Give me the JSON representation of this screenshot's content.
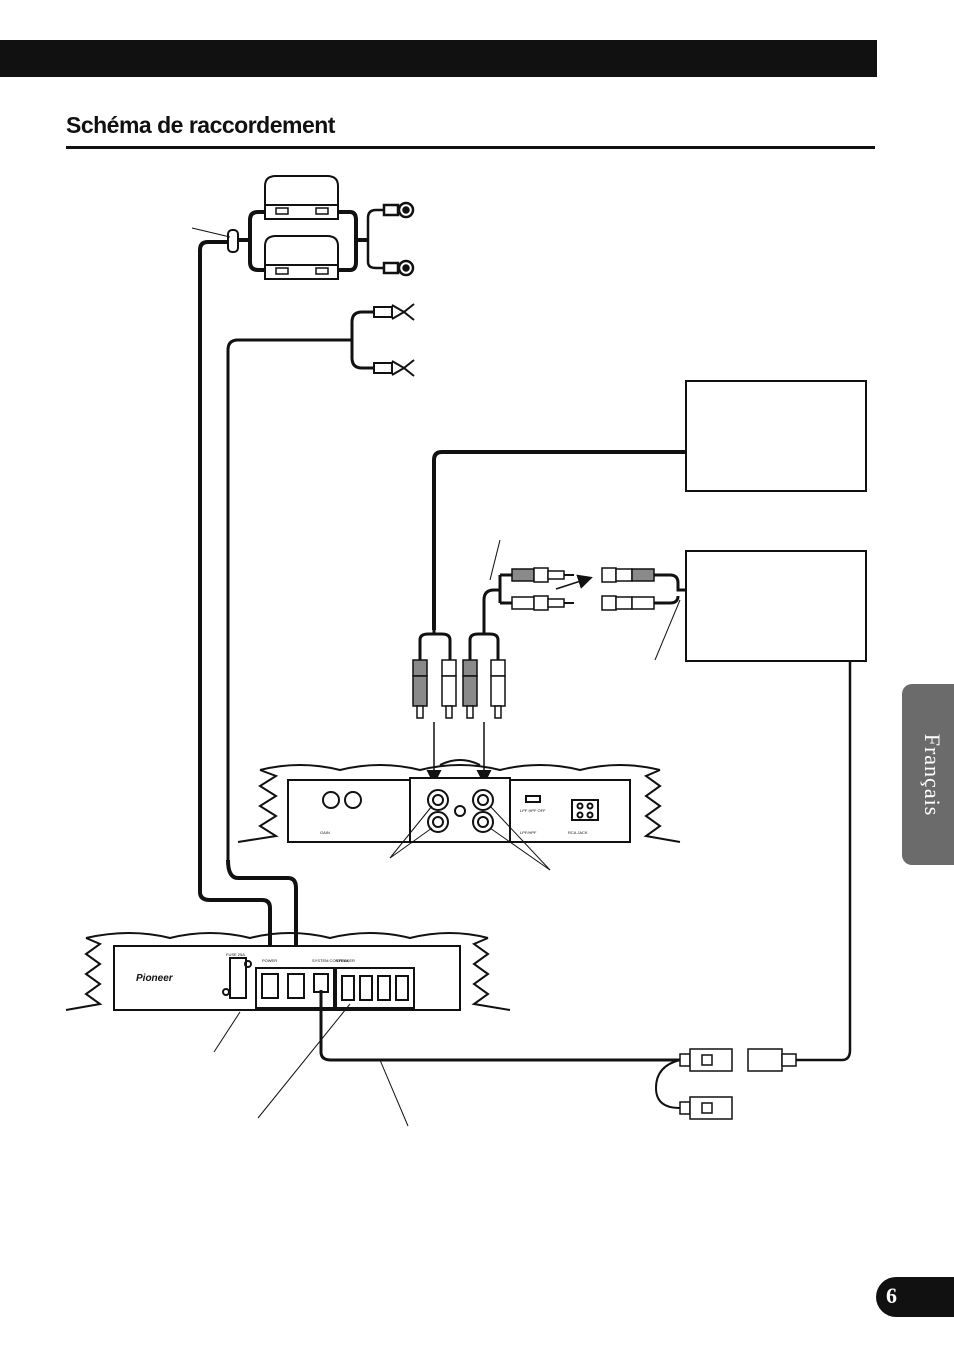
{
  "page": {
    "title": "Schéma de raccordement",
    "language_tab": "Français",
    "page_number": "6"
  },
  "amp_labels": {
    "brand": "Pioneer",
    "fuse": "FUSE 25A",
    "power": "POWER",
    "system_control": "SYSTEM CONTROL",
    "speaker": "SPEAKER",
    "gain": "GAIN",
    "lpf_hpf": "LPF/HPF",
    "rca_jack": "RCA JACK",
    "lpf_hpf_off": "LPF HPF OFF"
  },
  "colors": {
    "ink": "#111111",
    "tab": "#6b6b6b",
    "connector_gray": "#8a8a8a"
  }
}
